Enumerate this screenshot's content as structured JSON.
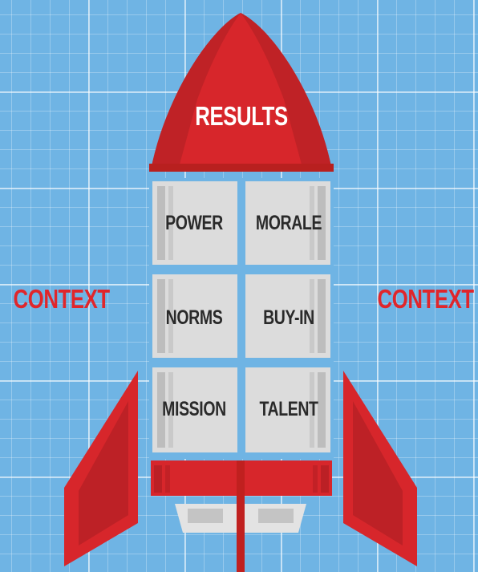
{
  "rocket": {
    "nose_label": "RESULTS",
    "cells": [
      {
        "id": "power",
        "label": "POWER"
      },
      {
        "id": "morale",
        "label": "MORALE"
      },
      {
        "id": "norms",
        "label": "NORMS"
      },
      {
        "id": "buy-in",
        "label": "BUY-IN"
      },
      {
        "id": "mission",
        "label": "MISSION"
      },
      {
        "id": "talent",
        "label": "TALENT"
      }
    ]
  },
  "context": {
    "left": "CONTEXT",
    "right": "CONTEXT"
  },
  "colors": {
    "background": "#6fb4e4",
    "rocket_red": "#d7262b",
    "rocket_red_dark": "#a81d22",
    "panel_gray": "#dcdcdc",
    "context_red": "#e0262b"
  }
}
